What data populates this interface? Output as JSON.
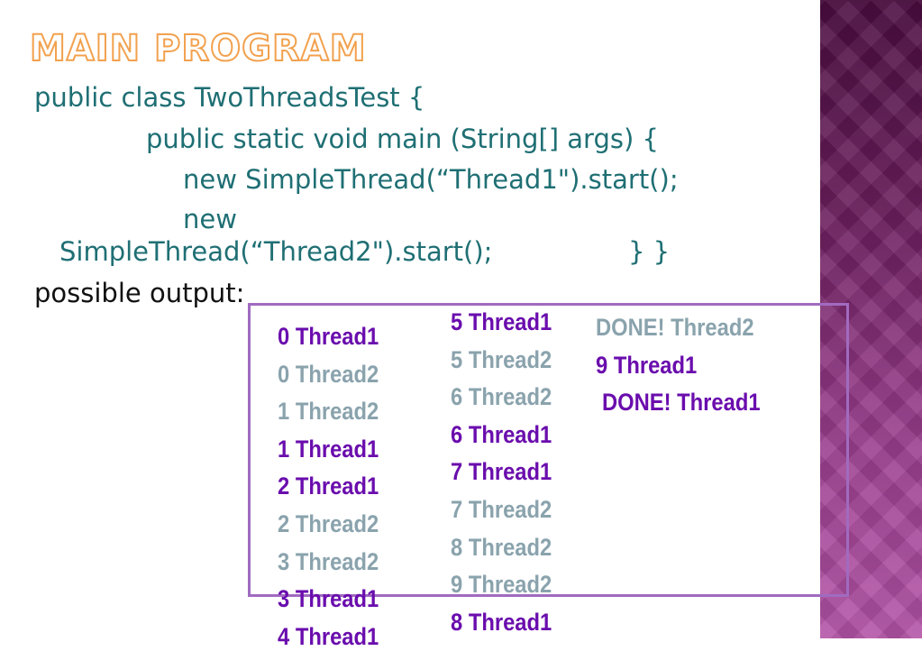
{
  "slide": {
    "title": "MAIN PROGRAM",
    "code": {
      "line1": "public class TwoThreadsTest {",
      "line2": "public static void main (String[] args) {",
      "line3": "new SimpleThread(“Thread1\").start();",
      "line4": "new",
      "line5a": "SimpleThread(“Thread2\").start();",
      "line5b": "} }",
      "line6": "possible output:"
    }
  },
  "output": {
    "col1": [
      {
        "text": "0 Thread1",
        "cls": "c1"
      },
      {
        "text": "0 Thread2",
        "cls": "c2"
      },
      {
        "text": "1 Thread2",
        "cls": "c2"
      },
      {
        "text": "1 Thread1",
        "cls": "c1"
      },
      {
        "text": "2 Thread1",
        "cls": "c1"
      },
      {
        "text": "2 Thread2",
        "cls": "c2"
      },
      {
        "text": "3 Thread2",
        "cls": "c2"
      },
      {
        "text": "3 Thread1",
        "cls": "c1"
      },
      {
        "text": "4 Thread1",
        "cls": "c1"
      }
    ],
    "col2": [
      {
        "text": "5 Thread1",
        "cls": "c1"
      },
      {
        "text": "5 Thread2",
        "cls": "c2"
      },
      {
        "text": "6 Thread2",
        "cls": "c2"
      },
      {
        "text": "6 Thread1",
        "cls": "c1"
      },
      {
        "text": "7 Thread1",
        "cls": "c1"
      },
      {
        "text": "7 Thread2",
        "cls": "c2"
      },
      {
        "text": "8 Thread2",
        "cls": "c2"
      },
      {
        "text": "9 Thread2",
        "cls": "c2"
      },
      {
        "text": "8 Thread1",
        "cls": "c1"
      }
    ],
    "col3": [
      {
        "text": "DONE! Thread2",
        "cls": "c2"
      },
      {
        "text": "9 Thread1",
        "cls": "c1"
      },
      {
        "text": "DONE! Thread1",
        "cls": "c1"
      }
    ]
  },
  "colors": {
    "title_outline": "#f2a14e",
    "code_teal": "#1f6f74",
    "thread1_purple": "#6a0dad",
    "thread2_gray": "#8aa3ad",
    "box_border": "#a06bc0",
    "sidebar": "#6d1f5f"
  }
}
